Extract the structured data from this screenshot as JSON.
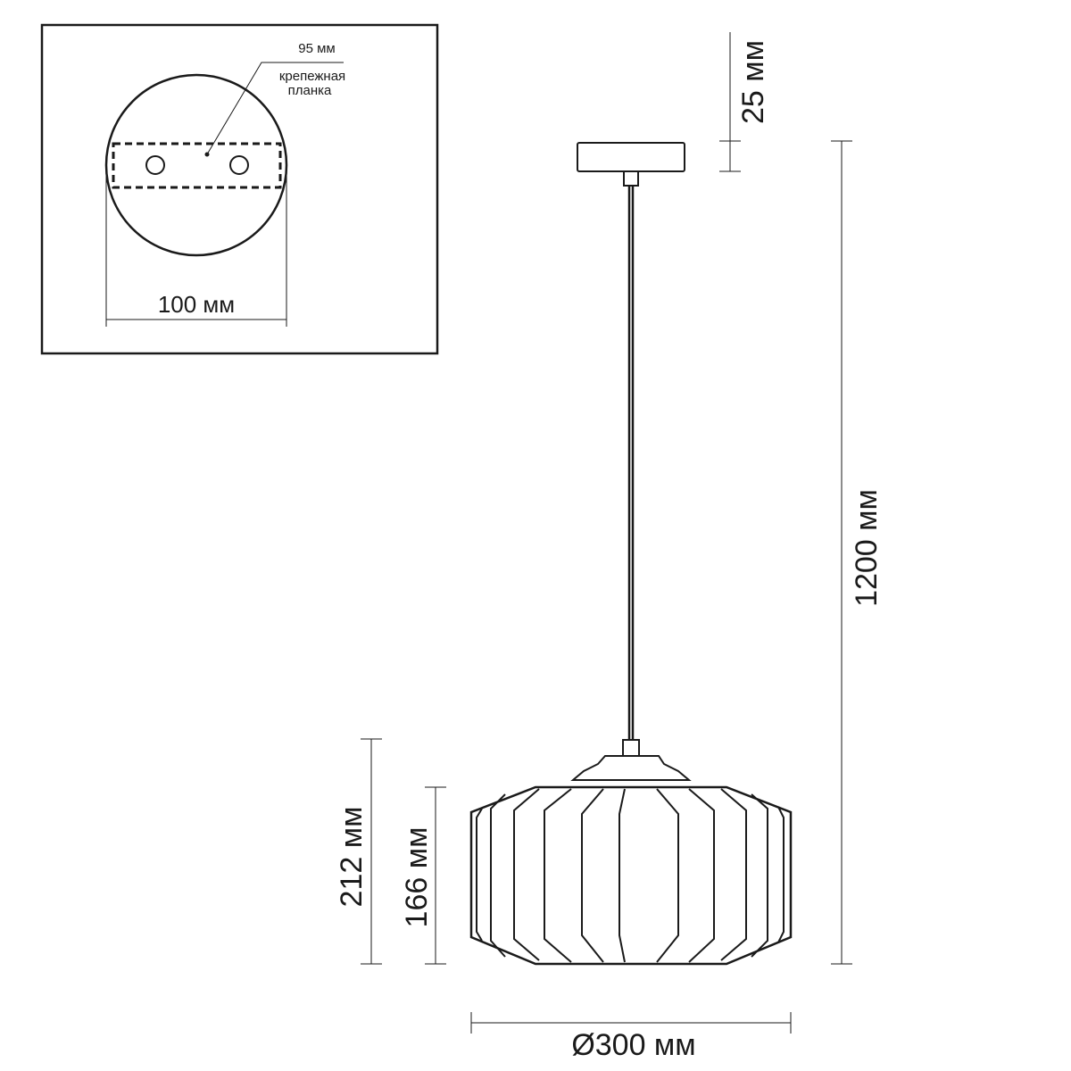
{
  "inset": {
    "plate_width_label": "95 мм",
    "plate_name_label_line1": "крепежная",
    "plate_name_label_line2": "планка",
    "canopy_diameter_label": "100 мм"
  },
  "dimensions": {
    "canopy_height_label": "25 мм",
    "total_height_label": "1200 мм",
    "shade_total_height_label": "212 мм",
    "shade_body_height_label": "166 мм",
    "shade_diameter_label": "Ø300 мм"
  }
}
